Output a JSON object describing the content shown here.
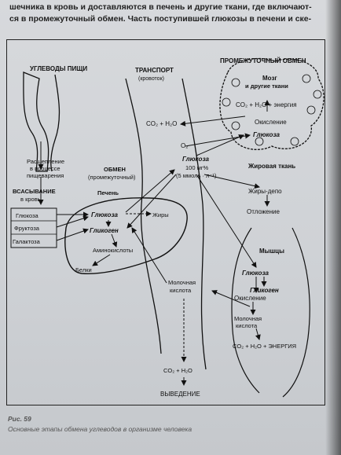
{
  "header": {
    "line1": "шечника в кровь и доставляются в печень и другие ткани, где включают-",
    "line2": "ся в промежуточный обмен. Часть поступившей глюкозы в печени и ске-"
  },
  "diagram": {
    "digestion": {
      "title": "УГЛЕВОДЫ ПИЩИ",
      "split_1": "Расщепление",
      "split_2": "в процессе",
      "split_3": "пищеварения",
      "absorb_1": "ВСАСЫВАНИЕ",
      "absorb_2": "в кровь",
      "sugars": [
        "Глюкоза",
        "Фруктоза",
        "Галактоза"
      ]
    },
    "liver": {
      "metab_1": "ОБМЕН",
      "metab_2": "(промежуточный)",
      "title": "Печень",
      "glucose": "Глюкоза",
      "glycogen": "Гликоген",
      "fats": "Жиры",
      "amino": "Аминокислоты",
      "proteins": "Белки"
    },
    "transport": {
      "title": "ТРАНСПОРТ",
      "subtitle": "(кровоток)",
      "co2_h2o": "CO₂ + H₂O",
      "o2": "O₂",
      "glucose": "Глюкоза",
      "conc_1": "100 мг%",
      "conc_2": "(5 ммоль · л⁻¹)"
    },
    "intermediate": {
      "title": "ПРОМЕЖУТОЧНЫЙ ОБМЕН",
      "brain_1": "Мозг",
      "brain_2": "и другие ткани",
      "reaction": "CO₂ + H₂O + энергия",
      "oxidation": "Окисление",
      "glucose": "Глюкоза"
    },
    "adipose": {
      "title": "Жировая ткань",
      "depot": "Жиры-депо",
      "storage": "Отложение"
    },
    "muscles": {
      "title": "Мышцы",
      "glucose": "Глюкоза",
      "glycogen": "Гликоген",
      "oxidation": "Окисление",
      "lactic_1": "Молочная",
      "lactic_2": "кислота",
      "energy": "CO₂ + H₂O + ЭНЕРГИЯ"
    },
    "blood_lactic_1": "Молочная",
    "blood_lactic_2": "кислота",
    "final_co2": "CO₂ + H₂O",
    "excretion": "ВЫВЕДЕНИЕ"
  },
  "caption": {
    "fig": "Рис. 59",
    "text": "Основные этапы обмена углеводов в организме человека"
  }
}
